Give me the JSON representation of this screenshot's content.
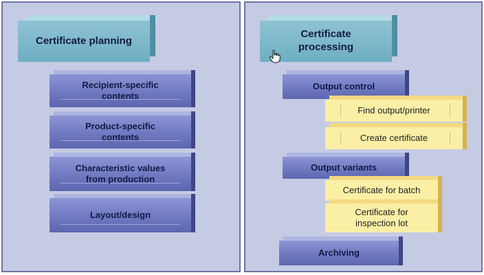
{
  "left_panel": {
    "title": "Certificate planning",
    "items": [
      "Recipient-specific\ncontents",
      "Product-specific\ncontents",
      "Characteristic values\nfrom production",
      "Layout/design"
    ]
  },
  "right_panel": {
    "title": "Certificate\nprocessing",
    "output_control": {
      "label": "Output control",
      "children": [
        "Find output/printer",
        "Create certificate"
      ]
    },
    "output_variants": {
      "label": "Output variants",
      "children": [
        "Certificate for batch",
        "Certificate for\ninspection lot"
      ]
    },
    "archiving": "Archiving"
  },
  "colors": {
    "panel": "#c6cbe4",
    "teal": "#7ab6c9",
    "blue": "#6f79c1",
    "yellow": "#fbefa6"
  },
  "icons": {
    "cursor": "hand-pointer-icon"
  }
}
